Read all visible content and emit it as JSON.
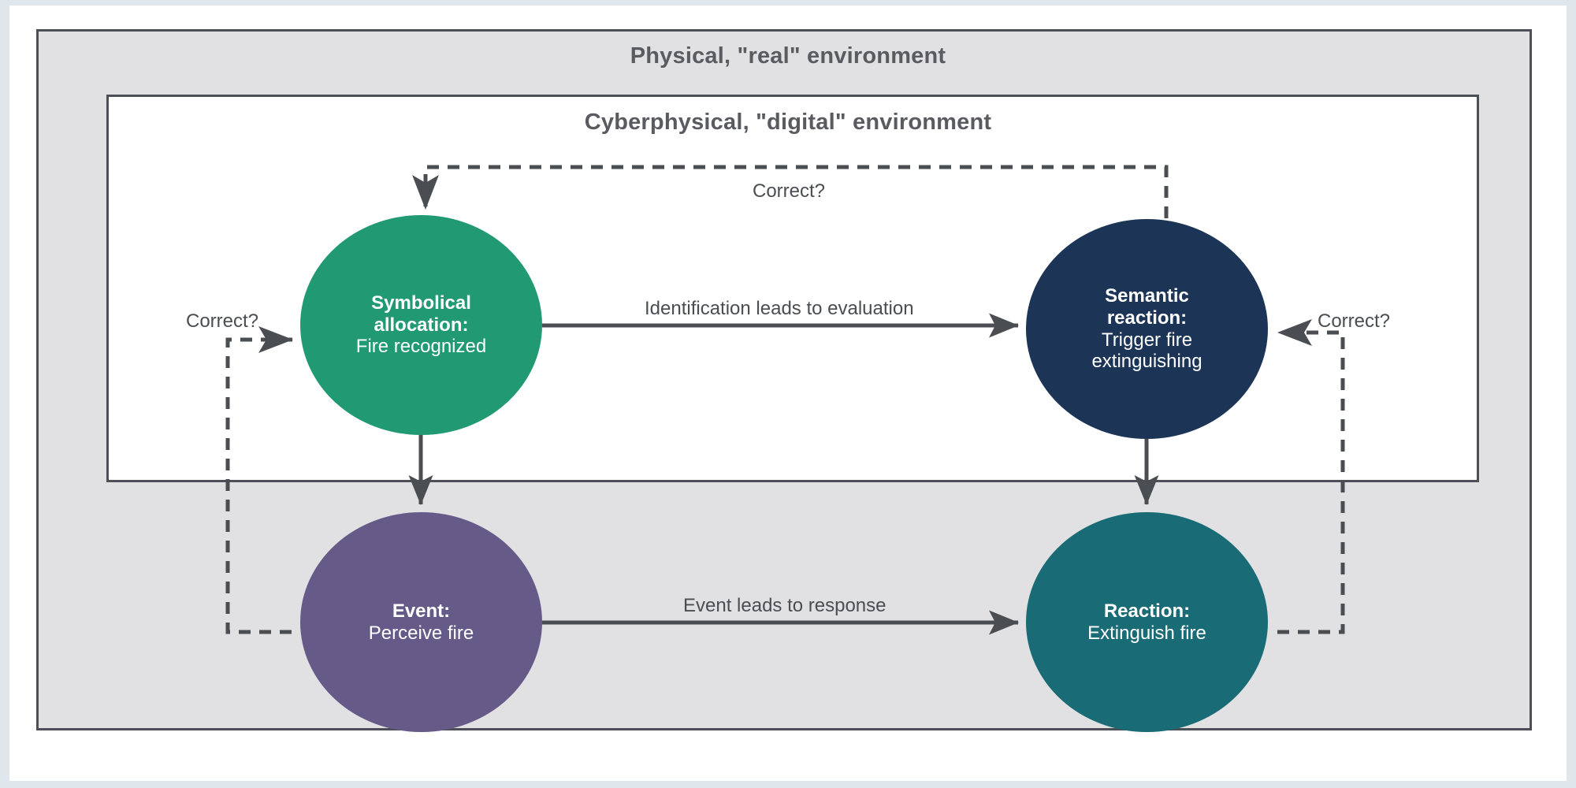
{
  "diagram": {
    "outer_container": {
      "title": "Physical, \"real\" environment",
      "fill": "#e1e1e3",
      "border": "#4c4f55"
    },
    "inner_container": {
      "title": "Cyberphysical, \"digital\" environment",
      "fill": "#ffffff",
      "border": "#4c4f55"
    },
    "nodes": [
      {
        "id": "symbolical-allocation",
        "title": "Symbolical",
        "title2": "allocation:",
        "subtitle": "Fire recognized",
        "color": "#219a74",
        "layer": "digital"
      },
      {
        "id": "semantic-reaction",
        "title": "Semantic",
        "title2": "reaction:",
        "subtitle": "Trigger fire",
        "subtitle2": "extinguishing",
        "color": "#1c3557",
        "layer": "digital"
      },
      {
        "id": "event",
        "title": "Event:",
        "subtitle": "Perceive fire",
        "color": "#665b88",
        "layer": "physical"
      },
      {
        "id": "reaction",
        "title": "Reaction:",
        "subtitle": "Extinguish fire",
        "color": "#196b76",
        "layer": "physical"
      }
    ],
    "edges": [
      {
        "id": "identification-leads-to-evaluation",
        "label": "Identification leads to evaluation",
        "style": "solid",
        "from": "symbolical-allocation",
        "to": "semantic-reaction"
      },
      {
        "id": "event-leads-to-response",
        "label": "Event leads to response",
        "style": "solid",
        "from": "event",
        "to": "reaction"
      },
      {
        "id": "event-to-symbolical",
        "label": "",
        "style": "solid",
        "from": "symbolical-allocation",
        "to": "event"
      },
      {
        "id": "semantic-to-reaction",
        "label": "",
        "style": "solid",
        "from": "semantic-reaction",
        "to": "reaction"
      },
      {
        "id": "feedback-top",
        "label": "Correct?",
        "style": "dashed",
        "from": "semantic-reaction",
        "to": "symbolical-allocation"
      },
      {
        "id": "feedback-left",
        "label": "Correct?",
        "style": "dashed",
        "from": "event",
        "to": "symbolical-allocation"
      },
      {
        "id": "feedback-right",
        "label": "Correct?",
        "style": "dashed",
        "from": "reaction",
        "to": "semantic-reaction"
      }
    ],
    "colors": {
      "arrow": "#4a4d52",
      "text": "#4a4d52",
      "title_text": "#595b60",
      "page_border": "#dfe6ec"
    }
  }
}
